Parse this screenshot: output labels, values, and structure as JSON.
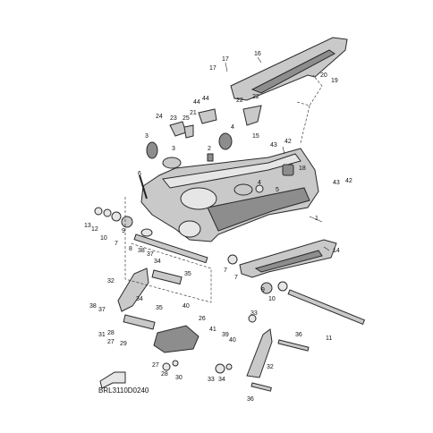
{
  "diagram": {
    "reference_code": "BRL3110D0240",
    "callouts": [
      {
        "id": "c1",
        "text": "1"
      },
      {
        "id": "c2",
        "text": "2"
      },
      {
        "id": "c3a",
        "text": "3"
      },
      {
        "id": "c3b",
        "text": "3"
      },
      {
        "id": "c4a",
        "text": "4"
      },
      {
        "id": "c4b",
        "text": "4"
      },
      {
        "id": "c5",
        "text": "5"
      },
      {
        "id": "c6",
        "text": "6"
      },
      {
        "id": "c7a",
        "text": "7"
      },
      {
        "id": "c7b",
        "text": "7"
      },
      {
        "id": "c7c",
        "text": "7"
      },
      {
        "id": "c8",
        "text": "8"
      },
      {
        "id": "c9a",
        "text": "9"
      },
      {
        "id": "c9b",
        "text": "9"
      },
      {
        "id": "c10a",
        "text": "10"
      },
      {
        "id": "c10b",
        "text": "10"
      },
      {
        "id": "c11",
        "text": "11"
      },
      {
        "id": "c12",
        "text": "12"
      },
      {
        "id": "c13",
        "text": "13"
      },
      {
        "id": "c14",
        "text": "14"
      },
      {
        "id": "c15",
        "text": "15"
      },
      {
        "id": "c16",
        "text": "16"
      },
      {
        "id": "c17a",
        "text": "17"
      },
      {
        "id": "c17b",
        "text": "17"
      },
      {
        "id": "c18",
        "text": "18"
      },
      {
        "id": "c19",
        "text": "19"
      },
      {
        "id": "c20",
        "text": "20"
      },
      {
        "id": "c21",
        "text": "21"
      },
      {
        "id": "c22a",
        "text": "22"
      },
      {
        "id": "c22b",
        "text": "22"
      },
      {
        "id": "c23",
        "text": "23"
      },
      {
        "id": "c24",
        "text": "24"
      },
      {
        "id": "c25",
        "text": "25"
      },
      {
        "id": "c26",
        "text": "26"
      },
      {
        "id": "c27a",
        "text": "27"
      },
      {
        "id": "c27b",
        "text": "27"
      },
      {
        "id": "c28a",
        "text": "28"
      },
      {
        "id": "c28b",
        "text": "28"
      },
      {
        "id": "c29",
        "text": "29"
      },
      {
        "id": "c30",
        "text": "30"
      },
      {
        "id": "c31",
        "text": "31"
      },
      {
        "id": "c32a",
        "text": "32"
      },
      {
        "id": "c32b",
        "text": "32"
      },
      {
        "id": "c33a",
        "text": "33"
      },
      {
        "id": "c33b",
        "text": "33"
      },
      {
        "id": "c34a",
        "text": "34"
      },
      {
        "id": "c34b",
        "text": "34"
      },
      {
        "id": "c34c",
        "text": "34"
      },
      {
        "id": "c35a",
        "text": "35"
      },
      {
        "id": "c35b",
        "text": "35"
      },
      {
        "id": "c36a",
        "text": "36"
      },
      {
        "id": "c36b",
        "text": "36"
      },
      {
        "id": "c37a",
        "text": "37"
      },
      {
        "id": "c37b",
        "text": "37"
      },
      {
        "id": "c38a",
        "text": "38"
      },
      {
        "id": "c38b",
        "text": "38"
      },
      {
        "id": "c39",
        "text": "39"
      },
      {
        "id": "c40a",
        "text": "40"
      },
      {
        "id": "c40b",
        "text": "40"
      },
      {
        "id": "c41",
        "text": "41"
      },
      {
        "id": "c42a",
        "text": "42"
      },
      {
        "id": "c42b",
        "text": "42"
      },
      {
        "id": "c43a",
        "text": "43"
      },
      {
        "id": "c43b",
        "text": "43"
      },
      {
        "id": "c44a",
        "text": "44"
      },
      {
        "id": "c44b",
        "text": "44"
      }
    ]
  }
}
